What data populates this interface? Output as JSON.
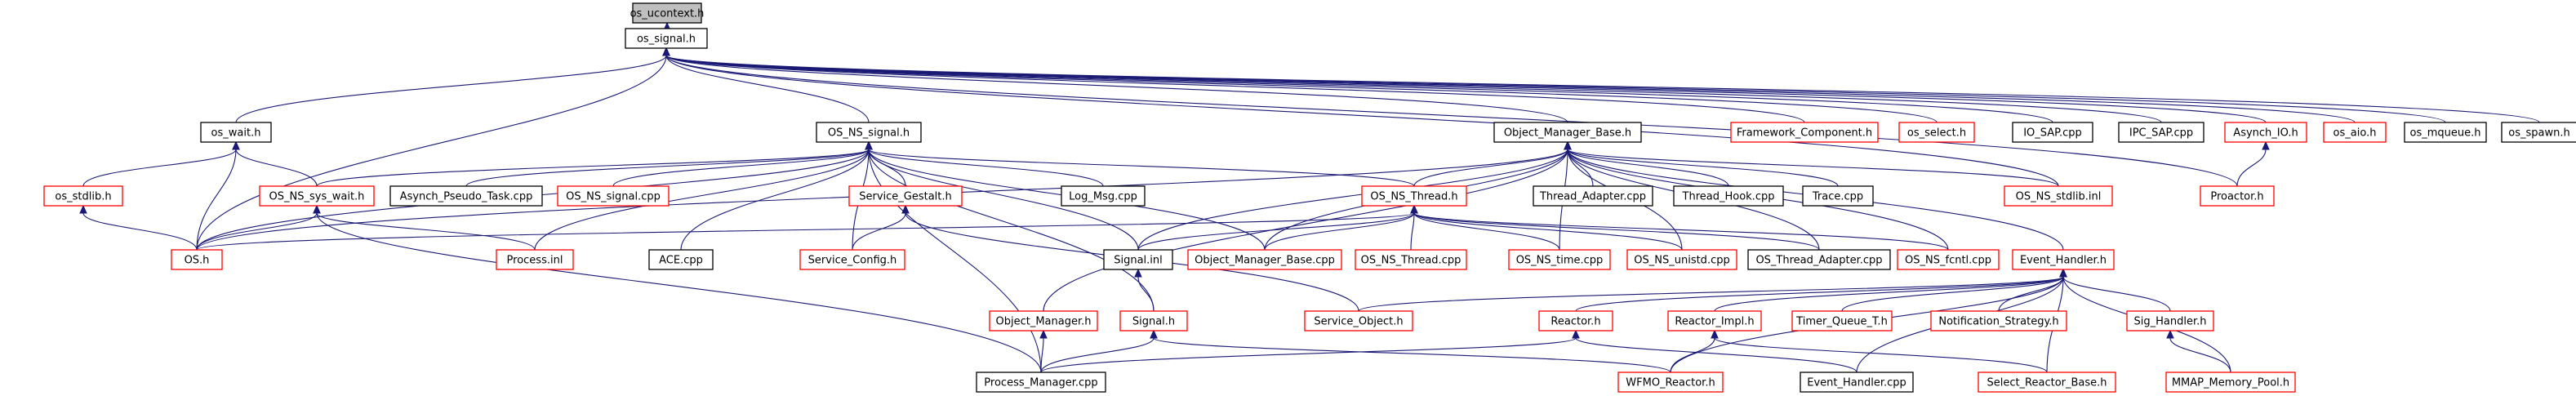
{
  "graph": {
    "colors": {
      "edge": "#1a1a75",
      "normal_border": "#000000",
      "missing_border": "#ff0000",
      "root_fill": "#bfbfbf"
    },
    "nodes": [
      {
        "id": "os_ucontext_h",
        "label": "os_ucontext.h",
        "kind": "root"
      },
      {
        "id": "os_signal_h",
        "label": "os_signal.h",
        "kind": "normal"
      },
      {
        "id": "os_wait_h",
        "label": "os_wait.h",
        "kind": "normal"
      },
      {
        "id": "OS_NS_signal_h",
        "label": "OS_NS_signal.h",
        "kind": "normal"
      },
      {
        "id": "Object_Manager_Base_h",
        "label": "Object_Manager_Base.h",
        "kind": "normal"
      },
      {
        "id": "Framework_Component_h",
        "label": "Framework_Component.h",
        "kind": "missing"
      },
      {
        "id": "os_select_h",
        "label": "os_select.h",
        "kind": "missing"
      },
      {
        "id": "IO_SAP_cpp",
        "label": "IO_SAP.cpp",
        "kind": "normal"
      },
      {
        "id": "IPC_SAP_cpp",
        "label": "IPC_SAP.cpp",
        "kind": "normal"
      },
      {
        "id": "Asynch_IO_h",
        "label": "Asynch_IO.h",
        "kind": "missing"
      },
      {
        "id": "os_aio_h",
        "label": "os_aio.h",
        "kind": "missing"
      },
      {
        "id": "os_mqueue_h",
        "label": "os_mqueue.h",
        "kind": "normal"
      },
      {
        "id": "os_spawn_h",
        "label": "os_spawn.h",
        "kind": "normal"
      },
      {
        "id": "os_stdlib_h",
        "label": "os_stdlib.h",
        "kind": "missing"
      },
      {
        "id": "OS_NS_sys_wait_h",
        "label": "OS_NS_sys_wait.h",
        "kind": "missing"
      },
      {
        "id": "Asynch_Pseudo_Task_cpp",
        "label": "Asynch_Pseudo_Task.cpp",
        "kind": "normal"
      },
      {
        "id": "OS_NS_signal_cpp",
        "label": "OS_NS_signal.cpp",
        "kind": "missing"
      },
      {
        "id": "Service_Gestalt_h",
        "label": "Service_Gestalt.h",
        "kind": "missing"
      },
      {
        "id": "Log_Msg_cpp",
        "label": "Log_Msg.cpp",
        "kind": "normal"
      },
      {
        "id": "OS_NS_Thread_h",
        "label": "OS_NS_Thread.h",
        "kind": "missing"
      },
      {
        "id": "Thread_Adapter_cpp",
        "label": "Thread_Adapter.cpp",
        "kind": "normal"
      },
      {
        "id": "Thread_Hook_cpp",
        "label": "Thread_Hook.cpp",
        "kind": "normal"
      },
      {
        "id": "Trace_cpp",
        "label": "Trace.cpp",
        "kind": "normal"
      },
      {
        "id": "OS_NS_stdlib_inl",
        "label": "OS_NS_stdlib.inl",
        "kind": "missing"
      },
      {
        "id": "Proactor_h",
        "label": "Proactor.h",
        "kind": "missing"
      },
      {
        "id": "OS_h",
        "label": "OS.h",
        "kind": "missing"
      },
      {
        "id": "Process_inl",
        "label": "Process.inl",
        "kind": "missing"
      },
      {
        "id": "ACE_cpp",
        "label": "ACE.cpp",
        "kind": "normal"
      },
      {
        "id": "Service_Config_h",
        "label": "Service_Config.h",
        "kind": "missing"
      },
      {
        "id": "Signal_inl",
        "label": "Signal.inl",
        "kind": "normal"
      },
      {
        "id": "Object_Manager_Base_cpp",
        "label": "Object_Manager_Base.cpp",
        "kind": "missing"
      },
      {
        "id": "OS_NS_Thread_cpp",
        "label": "OS_NS_Thread.cpp",
        "kind": "missing"
      },
      {
        "id": "OS_NS_time_cpp",
        "label": "OS_NS_time.cpp",
        "kind": "missing"
      },
      {
        "id": "OS_NS_unistd_cpp",
        "label": "OS_NS_unistd.cpp",
        "kind": "missing"
      },
      {
        "id": "OS_Thread_Adapter_cpp",
        "label": "OS_Thread_Adapter.cpp",
        "kind": "normal"
      },
      {
        "id": "OS_NS_fcntl_cpp",
        "label": "OS_NS_fcntl.cpp",
        "kind": "missing"
      },
      {
        "id": "Event_Handler_h",
        "label": "Event_Handler.h",
        "kind": "missing"
      },
      {
        "id": "Object_Manager_h",
        "label": "Object_Manager.h",
        "kind": "missing"
      },
      {
        "id": "Signal_h",
        "label": "Signal.h",
        "kind": "missing"
      },
      {
        "id": "Service_Object_h",
        "label": "Service_Object.h",
        "kind": "missing"
      },
      {
        "id": "Reactor_h",
        "label": "Reactor.h",
        "kind": "missing"
      },
      {
        "id": "Reactor_Impl_h",
        "label": "Reactor_Impl.h",
        "kind": "missing"
      },
      {
        "id": "Timer_Queue_T_h",
        "label": "Timer_Queue_T.h",
        "kind": "missing"
      },
      {
        "id": "Notification_Strategy_h",
        "label": "Notification_Strategy.h",
        "kind": "missing"
      },
      {
        "id": "Sig_Handler_h",
        "label": "Sig_Handler.h",
        "kind": "missing"
      },
      {
        "id": "Process_Manager_cpp",
        "label": "Process_Manager.cpp",
        "kind": "normal"
      },
      {
        "id": "WFMO_Reactor_h",
        "label": "WFMO_Reactor.h",
        "kind": "missing"
      },
      {
        "id": "Event_Handler_cpp",
        "label": "Event_Handler.cpp",
        "kind": "normal"
      },
      {
        "id": "Select_Reactor_Base_h",
        "label": "Select_Reactor_Base.h",
        "kind": "missing"
      },
      {
        "id": "MMAP_Memory_Pool_h",
        "label": "MMAP_Memory_Pool.h",
        "kind": "missing"
      }
    ],
    "edges": [
      [
        "os_signal_h",
        "os_ucontext_h"
      ],
      [
        "os_wait_h",
        "os_signal_h"
      ],
      [
        "OS_NS_signal_h",
        "os_signal_h"
      ],
      [
        "Object_Manager_Base_h",
        "os_signal_h"
      ],
      [
        "Framework_Component_h",
        "os_signal_h"
      ],
      [
        "os_select_h",
        "os_signal_h"
      ],
      [
        "IO_SAP_cpp",
        "os_signal_h"
      ],
      [
        "IPC_SAP_cpp",
        "os_signal_h"
      ],
      [
        "Asynch_IO_h",
        "os_signal_h"
      ],
      [
        "os_aio_h",
        "os_signal_h"
      ],
      [
        "os_mqueue_h",
        "os_signal_h"
      ],
      [
        "os_spawn_h",
        "os_signal_h"
      ],
      [
        "OS_h",
        "os_signal_h"
      ],
      [
        "Proactor_h",
        "os_signal_h"
      ],
      [
        "OS_NS_stdlib_inl",
        "os_signal_h"
      ],
      [
        "Proactor_h",
        "Asynch_IO_h"
      ],
      [
        "os_stdlib_h",
        "os_wait_h"
      ],
      [
        "OS_NS_sys_wait_h",
        "os_wait_h"
      ],
      [
        "OS_h",
        "os_wait_h"
      ],
      [
        "OS_h",
        "os_stdlib_h"
      ],
      [
        "OS_h",
        "OS_NS_sys_wait_h"
      ],
      [
        "Process_inl",
        "OS_NS_sys_wait_h"
      ],
      [
        "Process_Manager_cpp",
        "OS_NS_sys_wait_h"
      ],
      [
        "OS_NS_sys_wait_h",
        "OS_NS_signal_h"
      ],
      [
        "Asynch_Pseudo_Task_cpp",
        "OS_NS_signal_h"
      ],
      [
        "OS_NS_signal_cpp",
        "OS_NS_signal_h"
      ],
      [
        "Service_Gestalt_h",
        "OS_NS_signal_h"
      ],
      [
        "Log_Msg_cpp",
        "OS_NS_signal_h"
      ],
      [
        "OS_NS_Thread_h",
        "OS_NS_signal_h"
      ],
      [
        "OS_h",
        "OS_NS_signal_h"
      ],
      [
        "Process_inl",
        "OS_NS_signal_h"
      ],
      [
        "ACE_cpp",
        "OS_NS_signal_h"
      ],
      [
        "Service_Config_h",
        "OS_NS_signal_h"
      ],
      [
        "Signal_inl",
        "OS_NS_signal_h"
      ],
      [
        "Object_Manager_Base_cpp",
        "OS_NS_signal_h"
      ],
      [
        "Process_Manager_cpp",
        "OS_NS_signal_h"
      ],
      [
        "Signal_h",
        "OS_NS_signal_h"
      ],
      [
        "OS_NS_Thread_h",
        "Object_Manager_Base_h"
      ],
      [
        "Thread_Adapter_cpp",
        "Object_Manager_Base_h"
      ],
      [
        "Thread_Hook_cpp",
        "Object_Manager_Base_h"
      ],
      [
        "Trace_cpp",
        "Object_Manager_Base_h"
      ],
      [
        "OS_NS_stdlib_inl",
        "Object_Manager_Base_h"
      ],
      [
        "Signal_inl",
        "Object_Manager_Base_h"
      ],
      [
        "Object_Manager_Base_cpp",
        "Object_Manager_Base_h"
      ],
      [
        "OS_NS_time_cpp",
        "Object_Manager_Base_h"
      ],
      [
        "OS_NS_unistd_cpp",
        "Object_Manager_Base_h"
      ],
      [
        "OS_Thread_Adapter_cpp",
        "Object_Manager_Base_h"
      ],
      [
        "OS_NS_fcntl_cpp",
        "Object_Manager_Base_h"
      ],
      [
        "Event_Handler_h",
        "Object_Manager_Base_h"
      ],
      [
        "Object_Manager_h",
        "Object_Manager_Base_h"
      ],
      [
        "OS_h",
        "Object_Manager_Base_h"
      ],
      [
        "Service_Config_h",
        "Service_Gestalt_h"
      ],
      [
        "Service_Object_h",
        "Service_Gestalt_h"
      ],
      [
        "OS_h",
        "OS_NS_Thread_h"
      ],
      [
        "Signal_inl",
        "OS_NS_Thread_h"
      ],
      [
        "Object_Manager_Base_cpp",
        "OS_NS_Thread_h"
      ],
      [
        "OS_NS_Thread_cpp",
        "OS_NS_Thread_h"
      ],
      [
        "OS_NS_time_cpp",
        "OS_NS_Thread_h"
      ],
      [
        "OS_NS_unistd_cpp",
        "OS_NS_Thread_h"
      ],
      [
        "OS_Thread_Adapter_cpp",
        "OS_NS_Thread_h"
      ],
      [
        "OS_NS_fcntl_cpp",
        "OS_NS_Thread_h"
      ],
      [
        "Signal_h",
        "Signal_inl"
      ],
      [
        "Process_Manager_cpp",
        "Object_Manager_h"
      ],
      [
        "Process_Manager_cpp",
        "Signal_h"
      ],
      [
        "WFMO_Reactor_h",
        "Signal_h"
      ],
      [
        "Service_Object_h",
        "Event_Handler_h"
      ],
      [
        "Reactor_h",
        "Event_Handler_h"
      ],
      [
        "Reactor_Impl_h",
        "Event_Handler_h"
      ],
      [
        "Timer_Queue_T_h",
        "Event_Handler_h"
      ],
      [
        "Notification_Strategy_h",
        "Event_Handler_h"
      ],
      [
        "Sig_Handler_h",
        "Event_Handler_h"
      ],
      [
        "WFMO_Reactor_h",
        "Event_Handler_h"
      ],
      [
        "Event_Handler_cpp",
        "Event_Handler_h"
      ],
      [
        "Select_Reactor_Base_h",
        "Event_Handler_h"
      ],
      [
        "MMAP_Memory_Pool_h",
        "Event_Handler_h"
      ],
      [
        "Process_Manager_cpp",
        "Reactor_h"
      ],
      [
        "Event_Handler_cpp",
        "Reactor_h"
      ],
      [
        "WFMO_Reactor_h",
        "Reactor_Impl_h"
      ],
      [
        "Select_Reactor_Base_h",
        "Reactor_Impl_h"
      ],
      [
        "MMAP_Memory_Pool_h",
        "Sig_Handler_h"
      ]
    ]
  }
}
